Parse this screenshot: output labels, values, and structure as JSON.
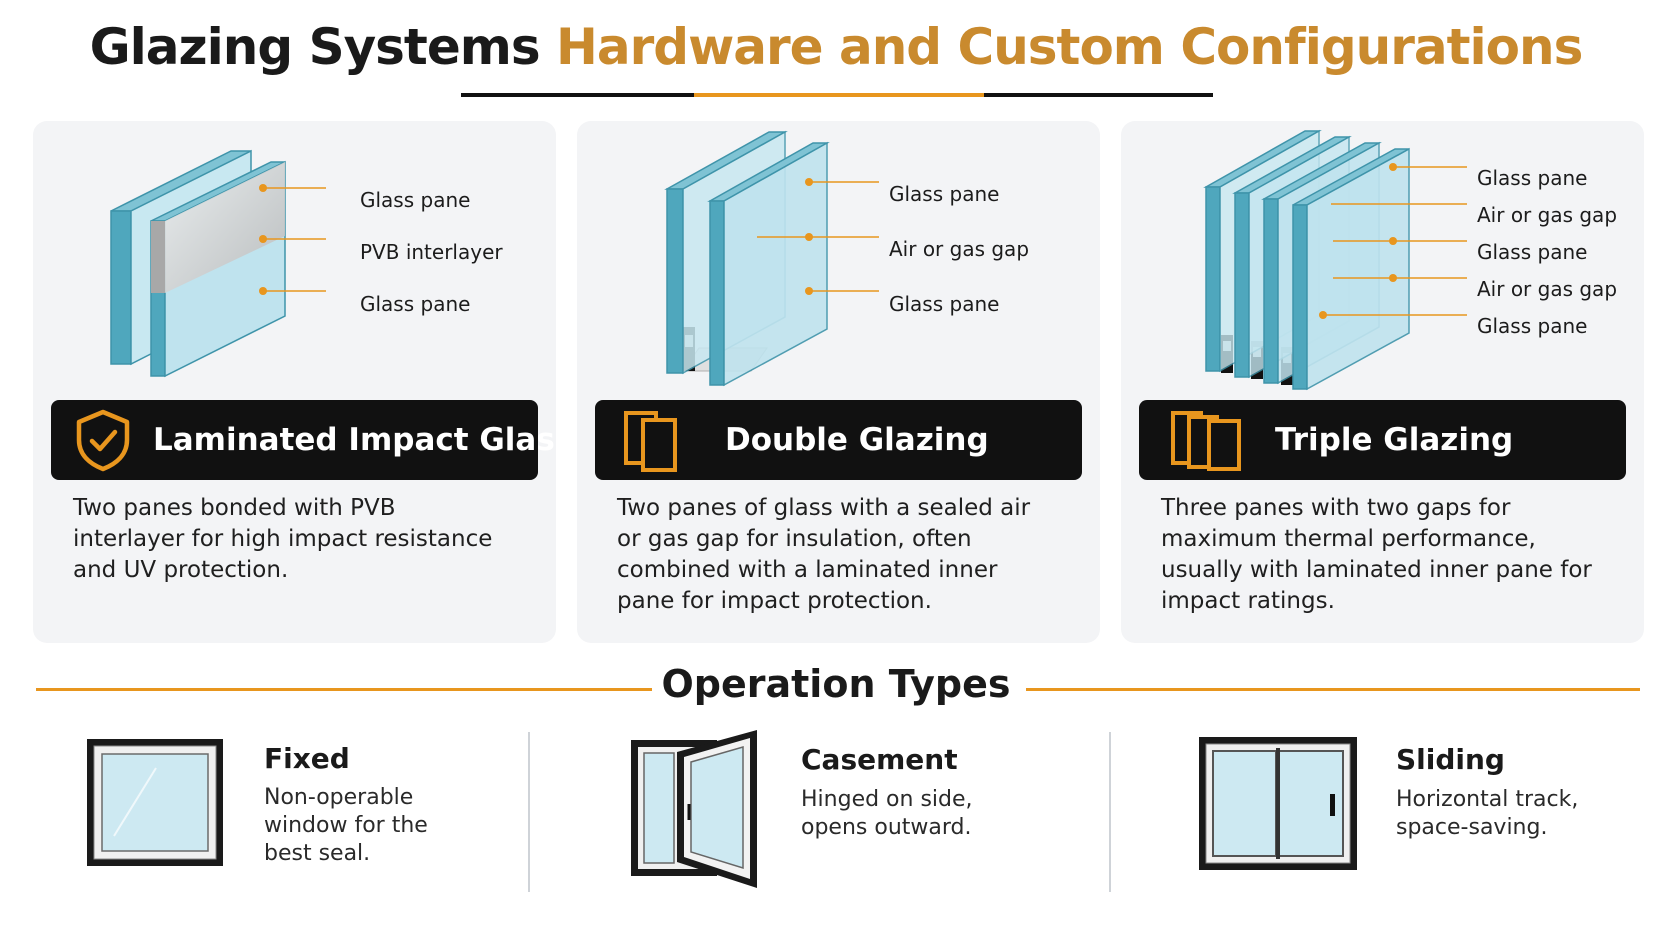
{
  "header": {
    "title_main": "Glazing Systems",
    "title_accent": "Hardware and Custom Configurations"
  },
  "colors": {
    "accent": "#e8961e",
    "title_accent": "#c98a2e",
    "banner_bg": "#111111",
    "card_bg": "#f3f4f6",
    "glass": "#bfe3ee",
    "glass_edge": "#4fa7bd"
  },
  "cards": [
    {
      "title": "Laminated Impact Glass",
      "icon": "shield-check-icon",
      "callouts": [
        "Glass pane",
        "PVB interlayer",
        "Glass pane"
      ],
      "description": "Two panes bonded with PVB interlayer for high impact resistance and UV protection."
    },
    {
      "title": "Double Glazing",
      "icon": "double-pane-icon",
      "callouts": [
        "Glass pane",
        "Air or gas gap",
        "Glass pane"
      ],
      "description": "Two panes of glass with a sealed air or gas gap for insulation, often combined with a laminated inner pane for impact protection."
    },
    {
      "title": "Triple Glazing",
      "icon": "triple-pane-icon",
      "callouts": [
        "Glass pane",
        "Air or gas gap",
        "Glass pane",
        "Air or gas gap",
        "Glass pane"
      ],
      "description": "Three panes with two gaps for maximum thermal performance, usually with laminated inner pane for impact ratings."
    }
  ],
  "operation": {
    "title": "Operation Types",
    "items": [
      {
        "name": "Fixed",
        "icon": "fixed-window-icon",
        "description": "Non-operable window for the best seal."
      },
      {
        "name": "Casement",
        "icon": "casement-window-icon",
        "description": "Hinged on side, opens outward."
      },
      {
        "name": "Sliding",
        "icon": "sliding-window-icon",
        "description": "Horizontal track, space-saving."
      }
    ]
  }
}
